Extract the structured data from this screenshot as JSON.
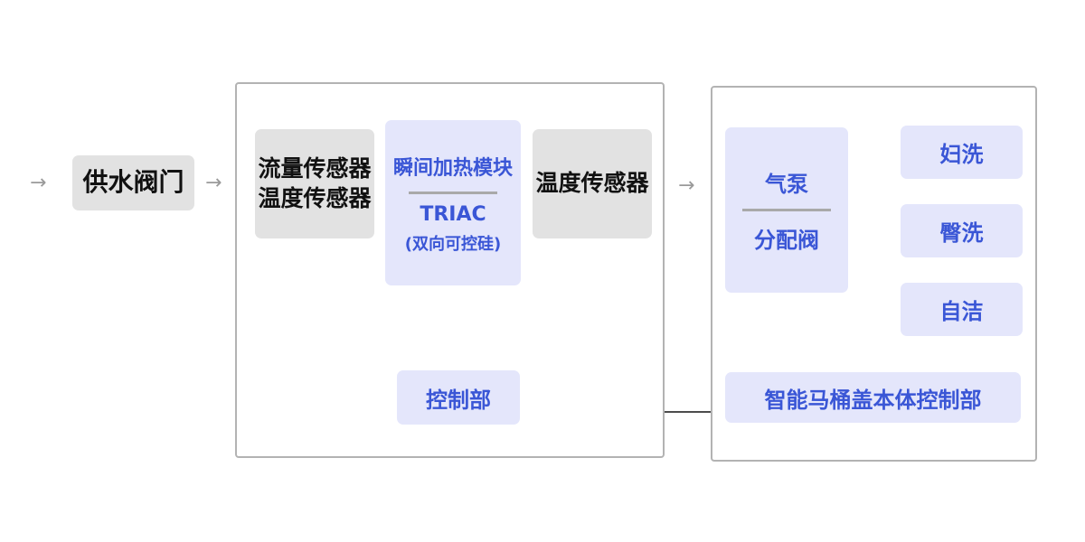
{
  "flow_arrow": "→",
  "supply_valve": "供水阀门",
  "flow_sensor": "流量传感器",
  "temp_sensor_left": "温度传感器",
  "heater_module": {
    "title": "瞬间加热模块",
    "component": "TRIAC",
    "component_note": "(双向可控硅)"
  },
  "temp_sensor_right": "温度传感器",
  "controller": "控制部",
  "pump_valve": {
    "top": "气泵",
    "bottom": "分配阀"
  },
  "wash_modes": [
    "妇洗",
    "臀洗",
    "自洁"
  ],
  "smart_lid_controller": "智能马桶盖本体控制部",
  "colors": {
    "gray_box": "#e2e2e2",
    "blue_box": "#e4e6fb",
    "blue_text": "#3a56d6",
    "panel_border": "#b3b3b3",
    "connector": "#111111"
  }
}
